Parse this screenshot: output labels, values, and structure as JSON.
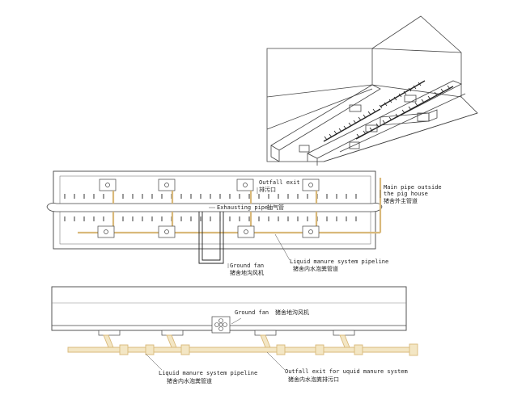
{
  "plan_view": {
    "outfall_exit": {
      "en": "Outfall exit",
      "cn": "排污口"
    },
    "exhausting_pipe": {
      "en": "Exhausting pipe",
      "cn": "抽气管"
    },
    "main_pipe": {
      "en_line1": "Main pipe outside",
      "en_line2": "the pig house",
      "cn": "猪舍外主管道"
    },
    "ground_fan": {
      "en": "Ground fan",
      "cn": "猪舍地沟风机"
    },
    "liquid_pipeline": {
      "en": "Liquid manure system pipeline",
      "cn": "猪舍内水泡粪管道"
    }
  },
  "section_view": {
    "ground_fan": {
      "en": "Ground fan",
      "cn": "猪舍地沟风机"
    },
    "liquid_pipeline": {
      "en": "Liquid manure system pipeline",
      "cn": "猪舍内水泡粪管道"
    },
    "outfall_exit": {
      "en": "Outfall exit for uquid manure system",
      "cn": "猪舍内水泡粪排污口"
    }
  },
  "colors": {
    "line": "#444444",
    "pipe": "#d9b97a",
    "pipe_fill": "#f3e6c4"
  }
}
